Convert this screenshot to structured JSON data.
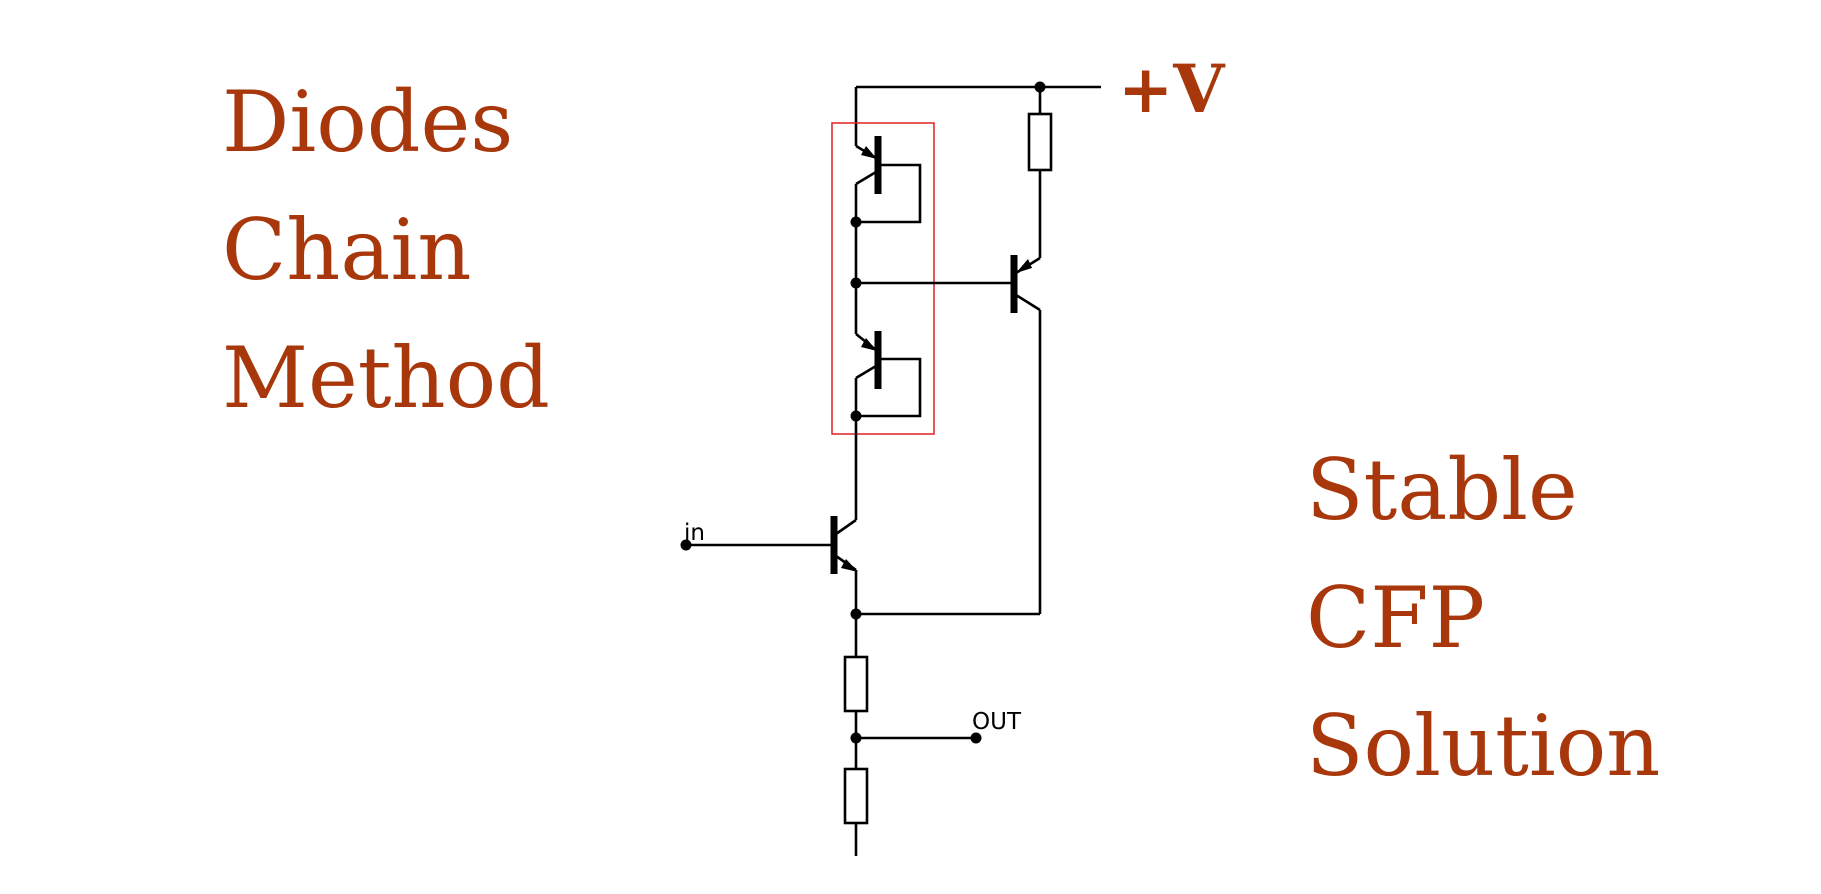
{
  "captions": {
    "left": [
      "Diodes",
      "Chain",
      "Method"
    ],
    "right": [
      "Stable",
      "CFP",
      "Solution"
    ]
  },
  "schematic": {
    "supply_label": "+V",
    "input_label": "in",
    "output_label": "OUT"
  },
  "colors": {
    "caption": "#a8380c",
    "highlight_box": "#e02020",
    "wire": "#000000"
  }
}
